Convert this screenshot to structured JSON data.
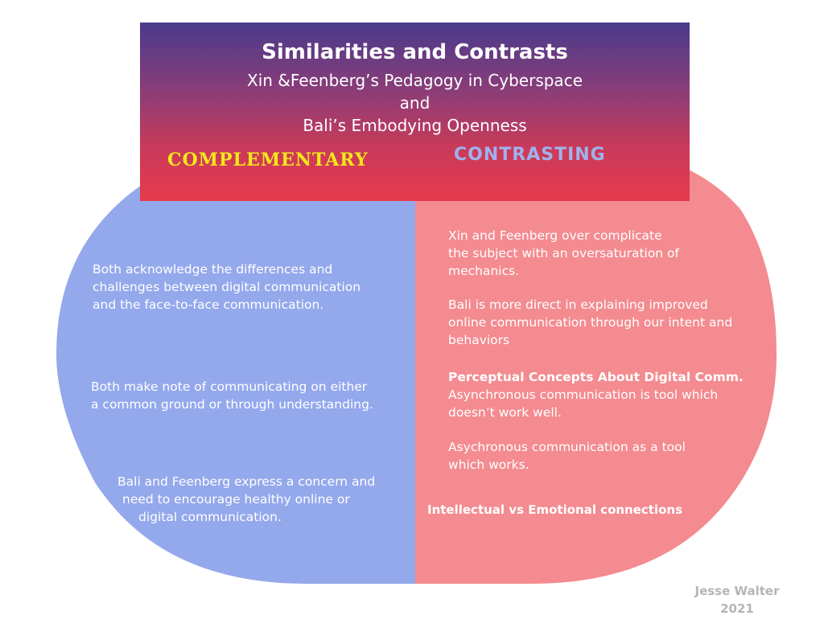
{
  "colors": {
    "left_circle": "#94a8ec",
    "right_circle": "#f38b90",
    "header_top": "#4a3a8c",
    "header_bottom": "#e63a4c",
    "complementary_label": "#f3e81c",
    "contrasting_label": "#9fb2ec",
    "credit": "#b5b5b5"
  },
  "header": {
    "title": "Similarities and Contrasts",
    "subtitle_lines": [
      "Xin &Feenberg’s Pedagogy in Cyberspace",
      "and",
      "Bali’s Embodying Openness"
    ],
    "complementary_label": "COMPLEMENTARY",
    "contrasting_label": "CONTRASTING"
  },
  "complementary": {
    "items": [
      {
        "lines": [
          "Both acknowledge the differences and",
          "challenges between digital communication",
          "and the face-to-face communication."
        ]
      },
      {
        "lines": [
          "Both make note of communicating on either",
          "a common ground or through understanding."
        ]
      },
      {
        "lines": [
          "Bali and Feenberg express a concern and",
          "need to encourage healthy online or",
          "digital communication."
        ]
      }
    ]
  },
  "contrasting": {
    "items": [
      {
        "lines": [
          "Xin and Feenberg over complicate",
          "the subject with an oversaturation of",
          "mechanics."
        ]
      },
      {
        "lines": [
          "Bali is more direct in explaining improved",
          "online communication through our intent and",
          "behaviors"
        ]
      },
      {
        "heading": "Perceptual Concepts About Digital Comm.",
        "lines": [
          "Asynchronous communication is  tool which",
          "doesn’t work well."
        ]
      },
      {
        "lines": [
          "Asychronous communication as a tool",
          "which works."
        ]
      },
      {
        "heading": "Intellectual vs Emotional connections"
      }
    ]
  },
  "credit": {
    "name": "Jesse Walter",
    "year": "2021"
  }
}
